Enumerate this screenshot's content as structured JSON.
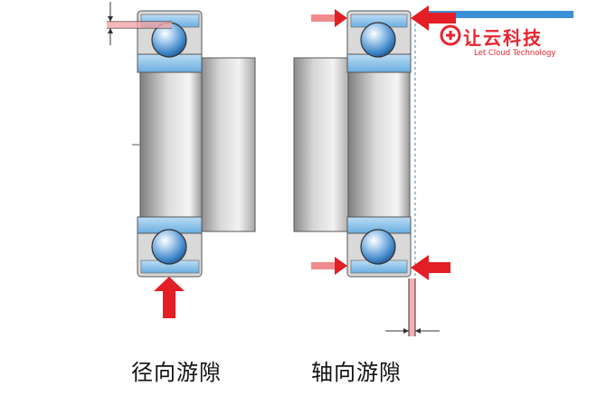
{
  "captions": {
    "radial": "径向游隙",
    "axial": "轴向游隙"
  },
  "logo": {
    "name": "让云科技",
    "tagline": "Let Cloud Technology"
  },
  "colors": {
    "brand": "#e8232d",
    "arrow": "#e31e24",
    "ring_blue": "#6aaee0",
    "housing_gray": "#b8b8b8",
    "accent_bar": "#3b8fd6"
  }
}
